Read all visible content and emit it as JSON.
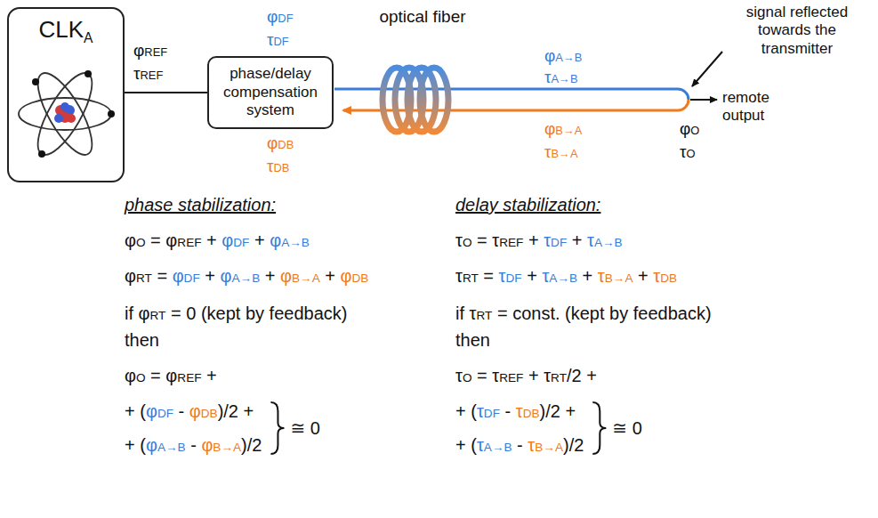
{
  "diagram": {
    "nodes": [
      {
        "text": [
          "CLKA"
        ]
      },
      {
        "text": [
          "phase/delay compensation system"
        ]
      }
    ],
    "edges": [
      {
        "from": 0,
        "to": 1,
        "arrow": "none"
      }
    ],
    "labels": [
      "φREF",
      "τREF",
      "φDF",
      "τDF",
      "φDB",
      "τDB",
      "optical fiber",
      "φA→B",
      "τA→B",
      "φB→A",
      "τB→A",
      "signal reflected towards the transmitter",
      "remote output",
      "φO",
      "τO",
      "phase stabilization:",
      "φO = φREF + φDF + φA→B",
      "φRT = φDF + φA→B + φB→A + φDB",
      "if φRT = 0 (kept by feedback)",
      "then",
      "φO = φREF +",
      "+ (φDF - φDB)/2 +",
      "+ (φA→B - φB→A)/2",
      "≅ 0",
      "delay stabilization:",
      "τO = τREF + τDF + τA→B",
      "τRT = τDF + τA→B + τB→A + τDB",
      "if τRT = const. (kept by feedback)",
      "then",
      "τO = τREF + τRT/2 +",
      "+ (τDF - τDB)/2 +",
      "+ (τA→B - τB→A)/2",
      "≅ 0"
    ]
  }
}
